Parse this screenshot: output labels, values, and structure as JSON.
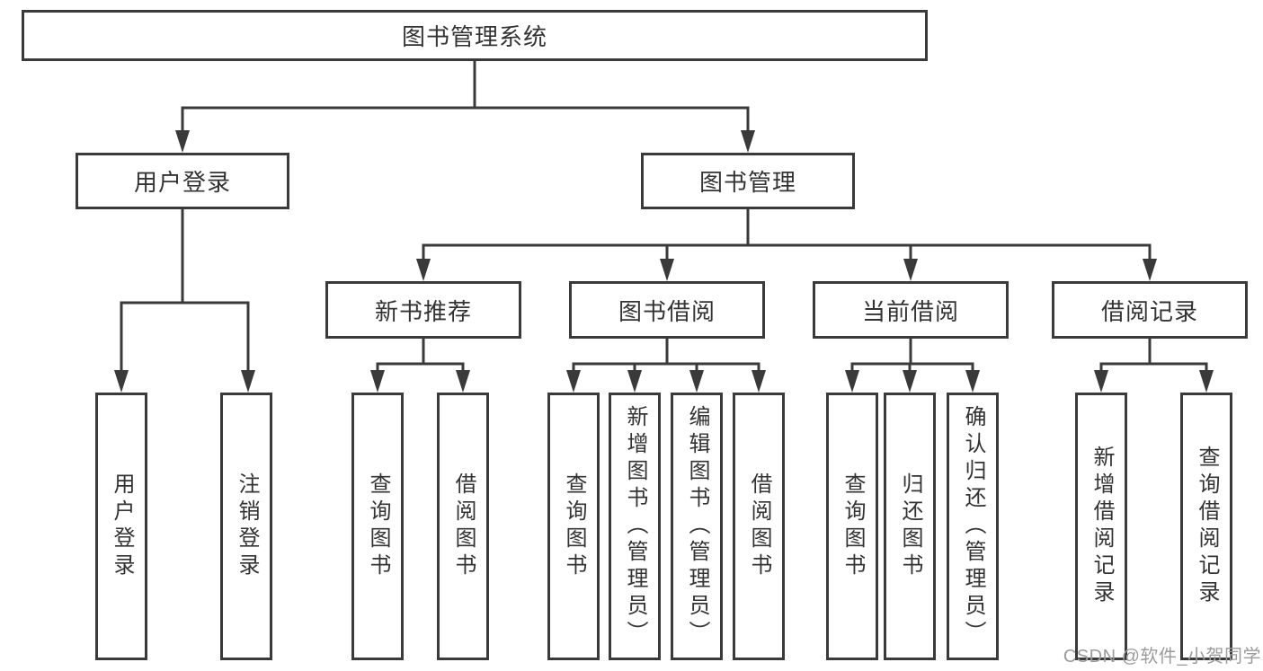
{
  "diagram": {
    "type": "hierarchy-tree",
    "orientation": "top-down",
    "colors": {
      "background": "#ffffff",
      "line": "#3a3a3a",
      "box_fill": "#ffffff",
      "box_border": "#3a3a3a",
      "text": "#333333",
      "watermark": "#9c9c9c"
    },
    "tree": {
      "label": "图书管理系统",
      "children": [
        {
          "label": "用户登录",
          "children": [
            {
              "label": "用户登录"
            },
            {
              "label": "注销登录"
            }
          ]
        },
        {
          "label": "图书管理",
          "children": [
            {
              "label": "新书推荐",
              "children": [
                {
                  "label": "查询图书"
                },
                {
                  "label": "借阅图书"
                }
              ]
            },
            {
              "label": "图书借阅",
              "children": [
                {
                  "label": "查询图书"
                },
                {
                  "label": "新增图书（管理员）"
                },
                {
                  "label": "编辑图书（管理员）"
                },
                {
                  "label": "借阅图书"
                }
              ]
            },
            {
              "label": "当前借阅",
              "children": [
                {
                  "label": "查询图书"
                },
                {
                  "label": "归还图书"
                },
                {
                  "label": "确认归还（管理员）"
                }
              ]
            },
            {
              "label": "借阅记录",
              "children": [
                {
                  "label": "新增借阅记录"
                },
                {
                  "label": "查询借阅记录"
                }
              ]
            }
          ]
        }
      ]
    },
    "watermark": {
      "text": "CSDN @软件_小贺同学"
    }
  }
}
